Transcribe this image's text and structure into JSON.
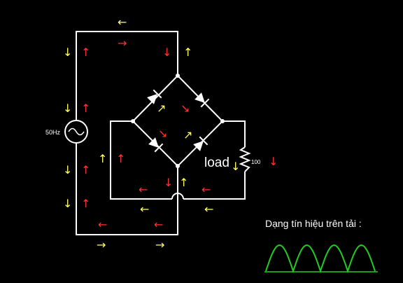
{
  "source": {
    "frequency_label": "50Hz"
  },
  "load": {
    "label": "load",
    "resistance_label": "100"
  },
  "signal": {
    "title": "Dạng tín hiệu trên tải :",
    "arches": 4
  },
  "colors": {
    "wire": "#ffffff",
    "current_a": "#ffff66",
    "current_b": "#ff3333",
    "waveform": "#22cc22"
  },
  "arrow_glyphs": {
    "left": "←",
    "right": "→",
    "up": "↑",
    "down": "↓",
    "ne": "↗",
    "se": "↘"
  }
}
